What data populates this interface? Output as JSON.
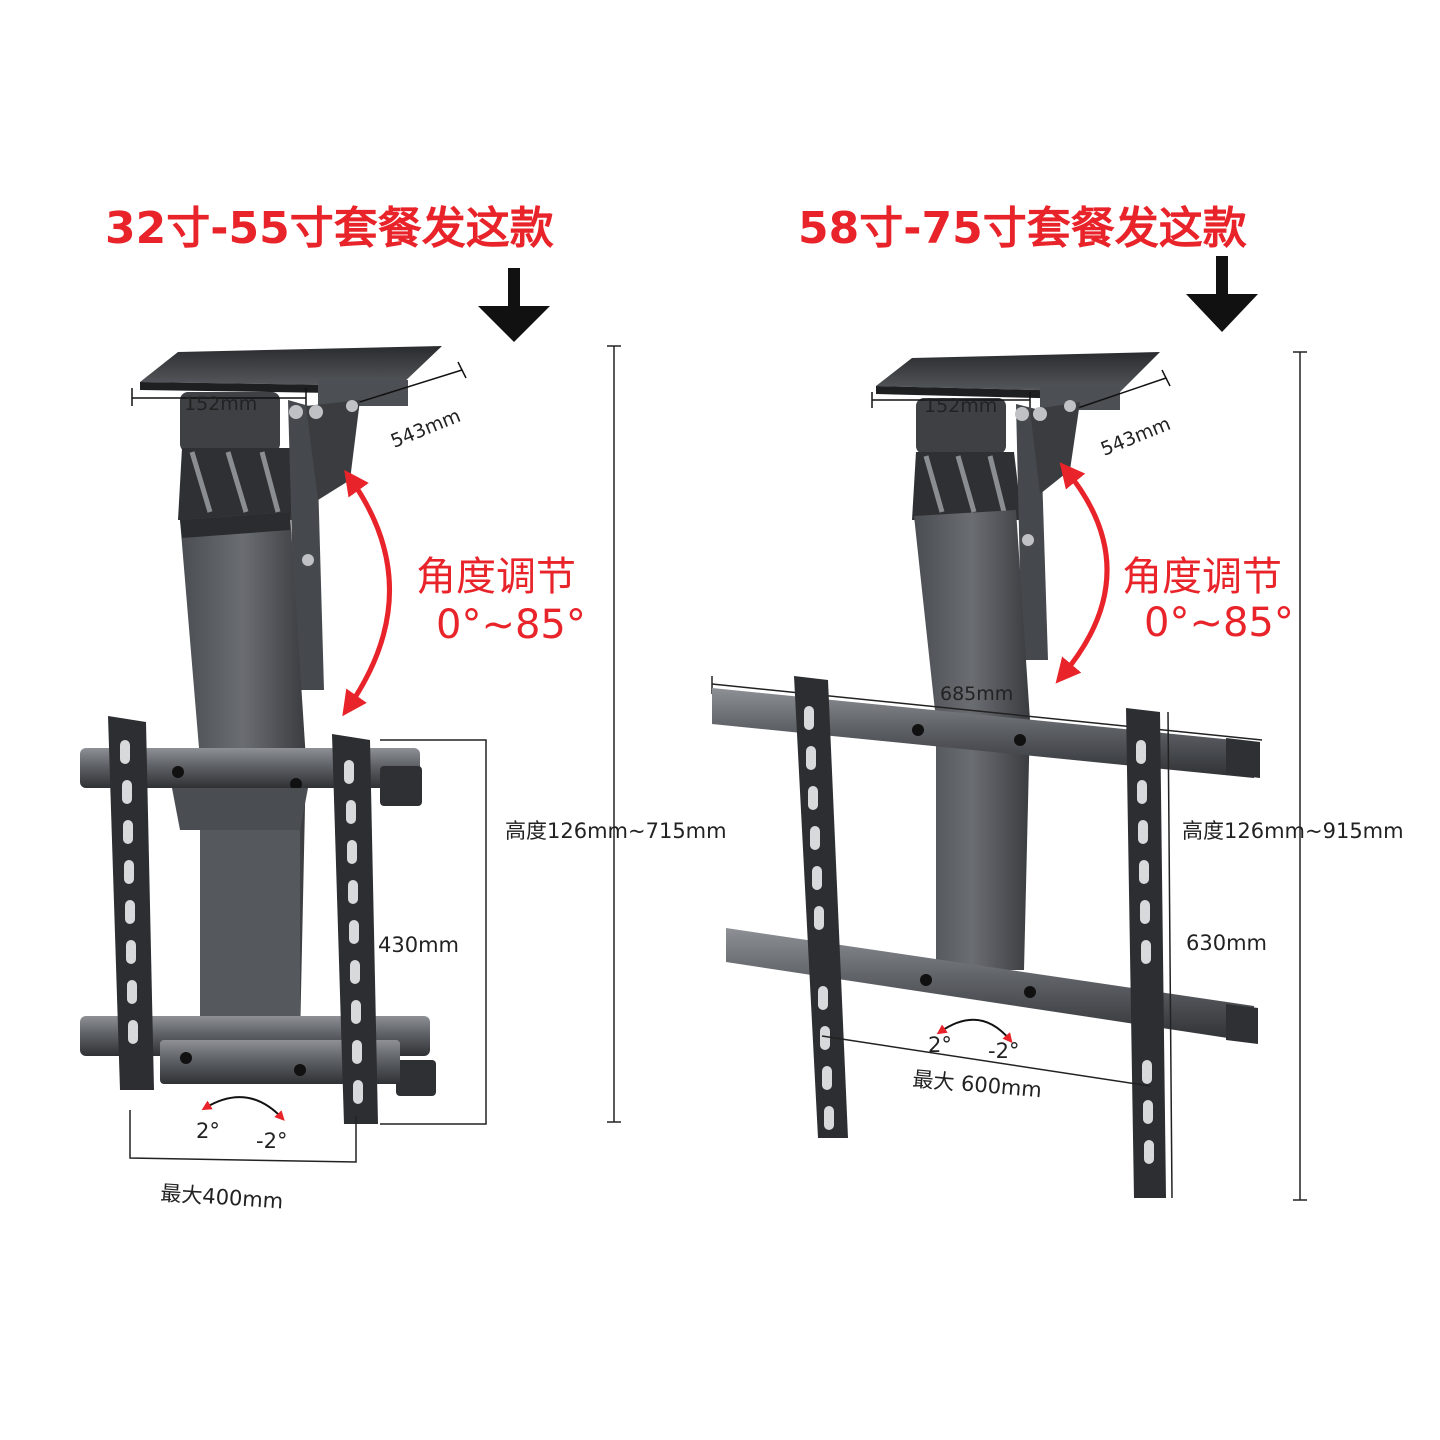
{
  "left_panel": {
    "title": "32寸-55寸套餐发这款",
    "depth_label": "152mm",
    "length_label": "543mm",
    "angle_label": "角度调节",
    "angle_range": "0°~85°",
    "height_label": "高度126mm~715mm",
    "bracket_height": "430mm",
    "tilt_left": "2°",
    "tilt_right": "-2°",
    "max_width": "最大400mm"
  },
  "right_panel": {
    "title": "58寸-75寸套餐发这款",
    "depth_label": "152mm",
    "length_label": "543mm",
    "angle_label": "角度调节",
    "angle_range": "0°~85°",
    "bar_width": "685mm",
    "height_label": "高度126mm~915mm",
    "bracket_height": "630mm",
    "tilt_left": "2°",
    "tilt_right": "-2°",
    "max_width": "最大 600mm"
  },
  "colors": {
    "accent_red": "#e8242a",
    "metal_dark": "#3d3f43",
    "metal_mid": "#5b5e63",
    "metal_light": "#9a9ca0"
  }
}
